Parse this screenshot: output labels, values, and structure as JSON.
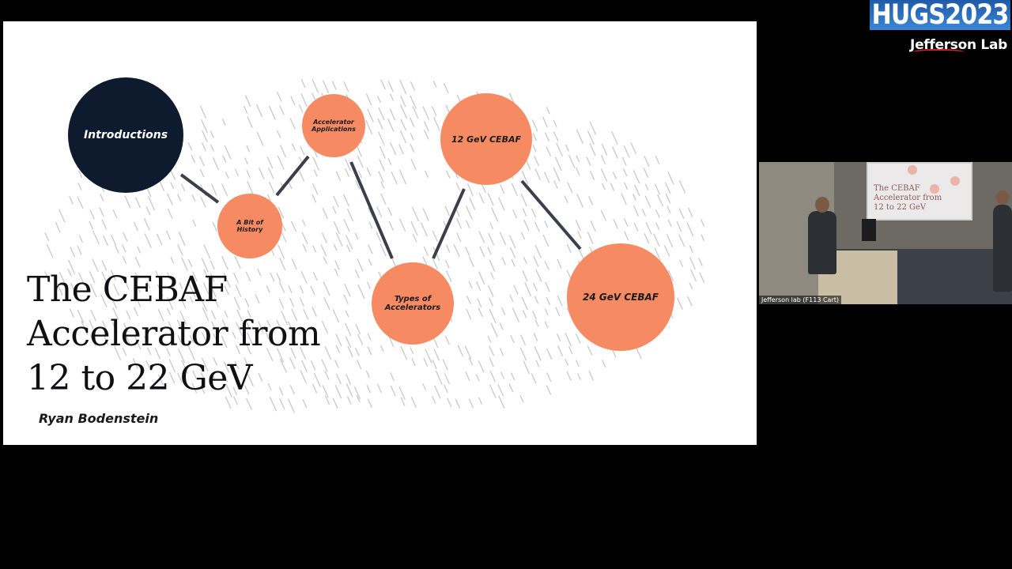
{
  "slide": {
    "title": "The CEBAF\nAccelerator from\n12 to 22 GeV",
    "author": "Ryan Bodenstein",
    "nodes": {
      "introductions": "Introductions",
      "history": "A Bit of\nHistory",
      "applications": "Accelerator\nApplications",
      "types": "Types of\nAccelerators",
      "cebaf12": "12 GeV CEBAF",
      "cebaf24": "24 GeV CEBAF"
    },
    "colors": {
      "dark_node": "#0e1a2e",
      "orange_node": "#f58a63",
      "connector": "#3a3f4b",
      "hatch": "#c8c8c8"
    }
  },
  "logo": {
    "hugs": "HUGS",
    "year": "2023",
    "lab": "Jefferson Lab"
  },
  "video": {
    "caption": "Jefferson lab (F113 Cart)",
    "projected_title": "The CEBAF\nAccelerator from\n12 to 22 GeV"
  }
}
